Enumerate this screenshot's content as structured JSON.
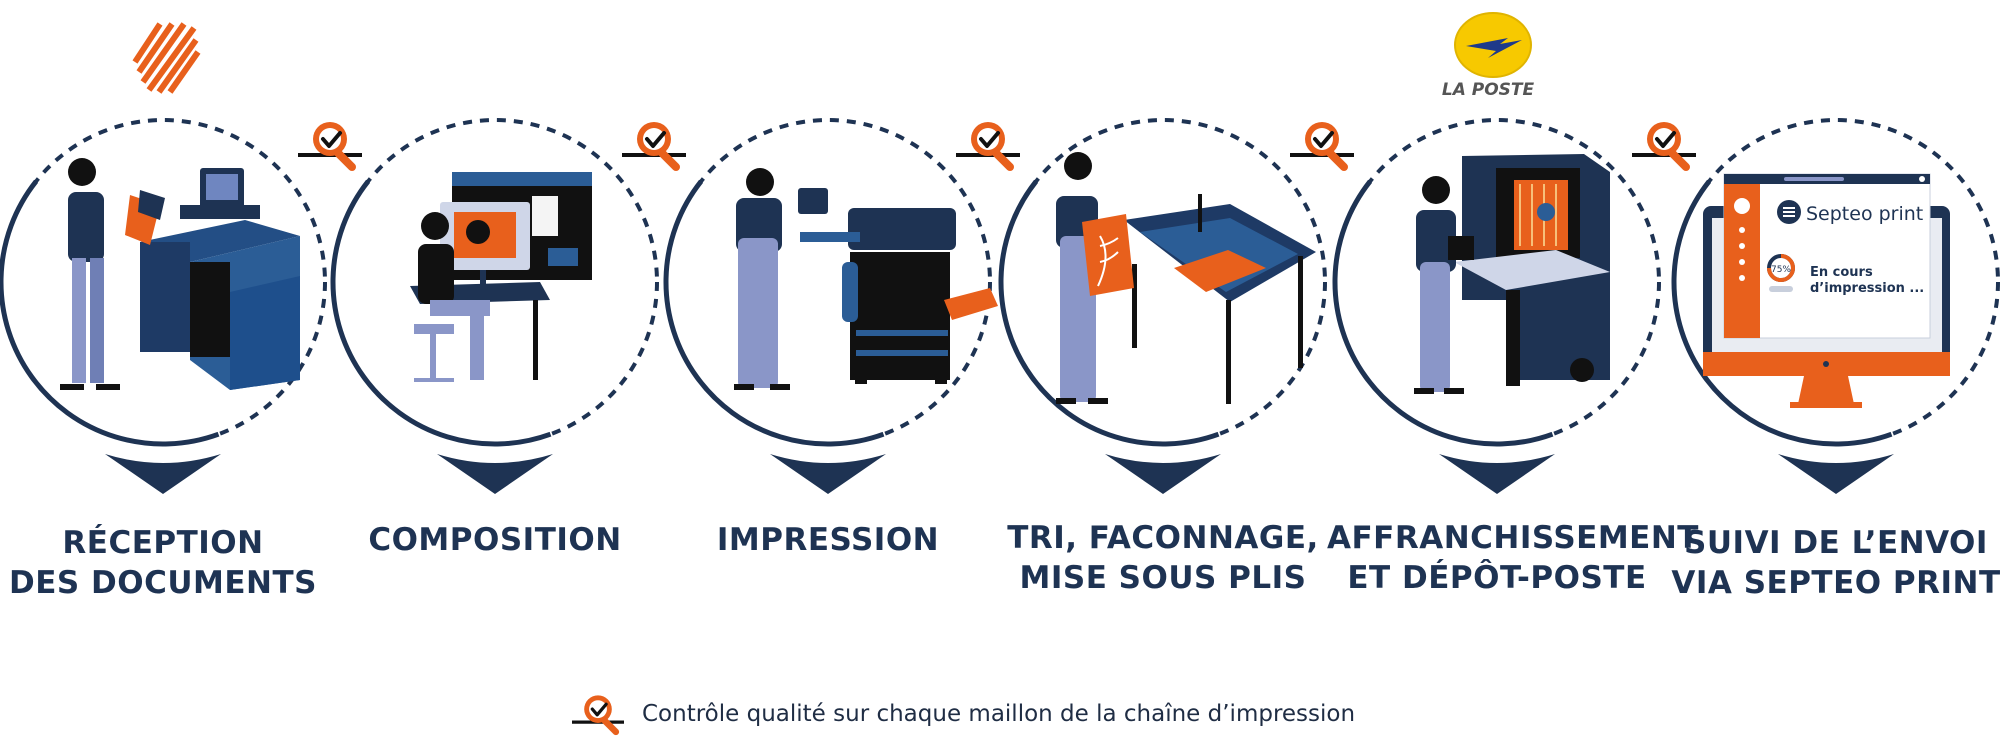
{
  "steps": [
    {
      "id": "reception",
      "lines": [
        "RÉCEPTION",
        "DES DOCUMENTS"
      ]
    },
    {
      "id": "composition",
      "lines": [
        "COMPOSITION"
      ]
    },
    {
      "id": "impression",
      "lines": [
        "IMPRESSION"
      ]
    },
    {
      "id": "tri",
      "lines": [
        "TRI, FACONNAGE,",
        "MISE SOUS PLIS"
      ]
    },
    {
      "id": "affranchissement",
      "lines": [
        "AFFRANCHISSEMENT",
        "ET DÉPÔT-POSTE"
      ]
    },
    {
      "id": "suivi",
      "lines": [
        "SUIVI DE L’ENVOI",
        "VIA SEPTEO PRINT"
      ]
    }
  ],
  "logos": {
    "la_poste": "LA POSTE",
    "septeo": "Septeo print"
  },
  "screen": {
    "status_line1": "En cours",
    "status_line2": "d’impression ...",
    "progress_text": "75%"
  },
  "legend": {
    "text": "Contrôle qualité sur chaque maillon de la chaîne d’impression",
    "icon": "quality-check-icon"
  },
  "colors": {
    "navy": "#1e3353",
    "orange": "#e8601c",
    "blue": "#2b5d96",
    "lavender": "#8a96c8",
    "yellow": "#f7c900"
  }
}
